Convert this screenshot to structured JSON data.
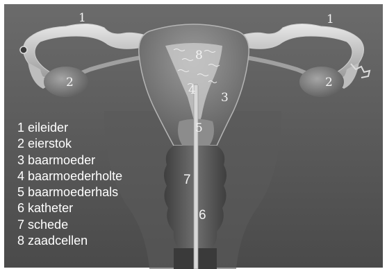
{
  "diagram": {
    "callouts": [
      "1",
      "1",
      "2",
      "2",
      "3",
      "4",
      "5",
      "6",
      "7",
      "8"
    ],
    "legend": [
      {
        "number": "1",
        "text": "eileider"
      },
      {
        "number": "2",
        "text": "eierstok"
      },
      {
        "number": "3",
        "text": "baarmoeder"
      },
      {
        "number": "4",
        "text": "baarmoederholte"
      },
      {
        "number": "5",
        "text": "baarmoederhals"
      },
      {
        "number": "6",
        "text": "katheter"
      },
      {
        "number": "7",
        "text": "schede"
      },
      {
        "number": "8",
        "text": "zaadcellen"
      }
    ]
  }
}
